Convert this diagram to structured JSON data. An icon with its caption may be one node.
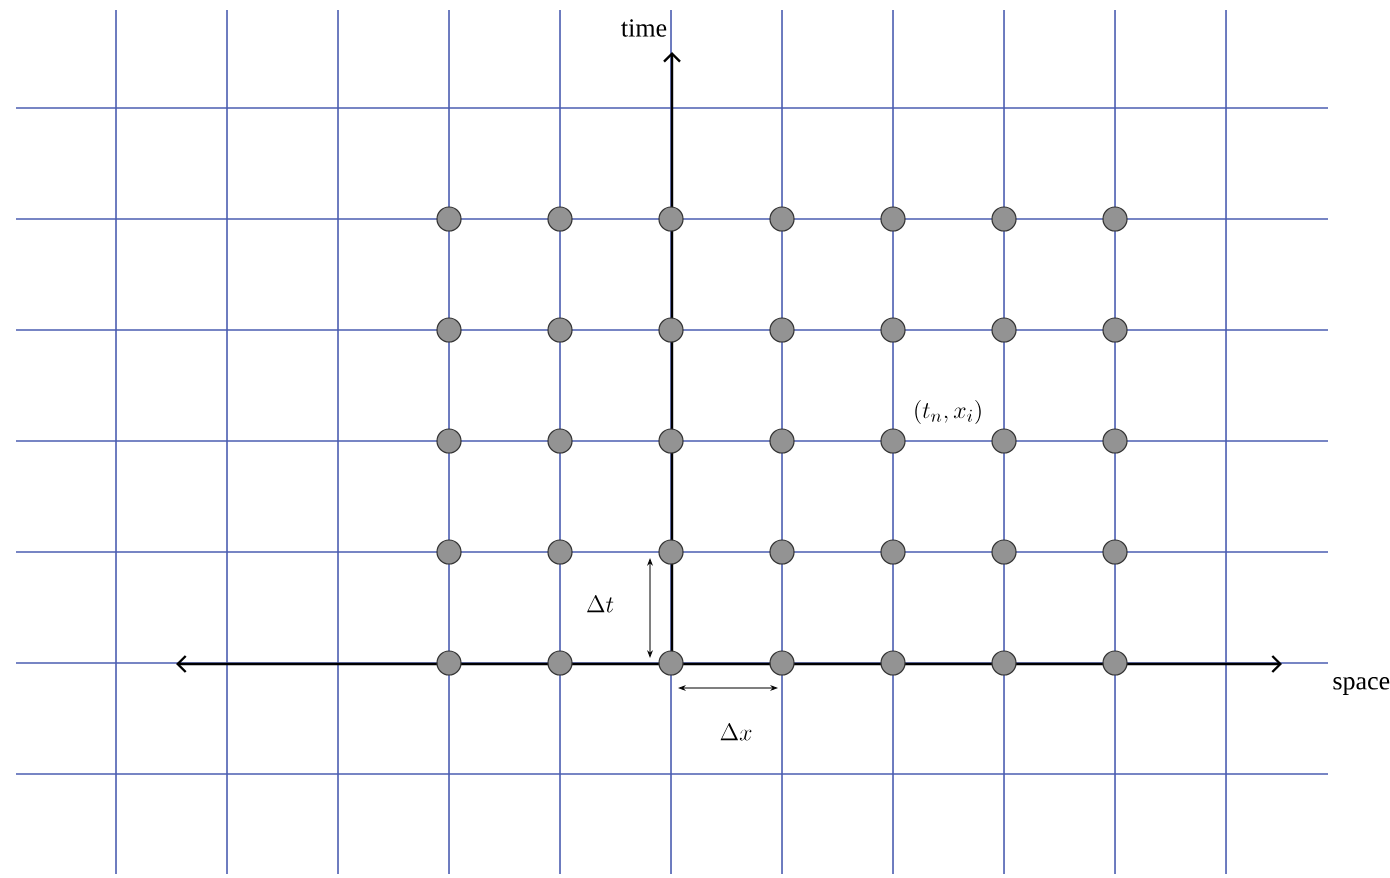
{
  "diagram": {
    "labels": [
      "time",
      "space",
      "\\Delta t",
      "\\Delta x",
      "(t_n, x_i)"
    ]
  }
}
